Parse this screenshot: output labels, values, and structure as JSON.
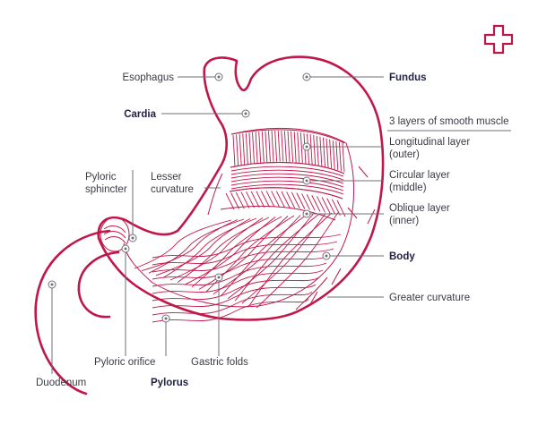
{
  "brand": {
    "logo_icon": "medical-cross-icon",
    "accent": "#c0174a"
  },
  "labels": {
    "esophagus": "Esophagus",
    "cardia": "Cardia",
    "fundus": "Fundus",
    "layers_heading": "3 layers of smooth muscle",
    "longitudinal_1": "Longitudinal layer",
    "longitudinal_2": "(outer)",
    "circular_1": "Circular layer",
    "circular_2": "(middle)",
    "oblique_1": "Oblique layer",
    "oblique_2": "(inner)",
    "body": "Body",
    "greater_curvature": "Greater curvature",
    "pyloric_sphincter_1": "Pyloric",
    "pyloric_sphincter_2": "sphincter",
    "lesser_curvature_1": "Lesser",
    "lesser_curvature_2": "curvature",
    "pyloric_orifice": "Pyloric orifice",
    "gastric_folds": "Gastric folds",
    "duodenum": "Duodenum",
    "pylorus": "Pylorus"
  }
}
